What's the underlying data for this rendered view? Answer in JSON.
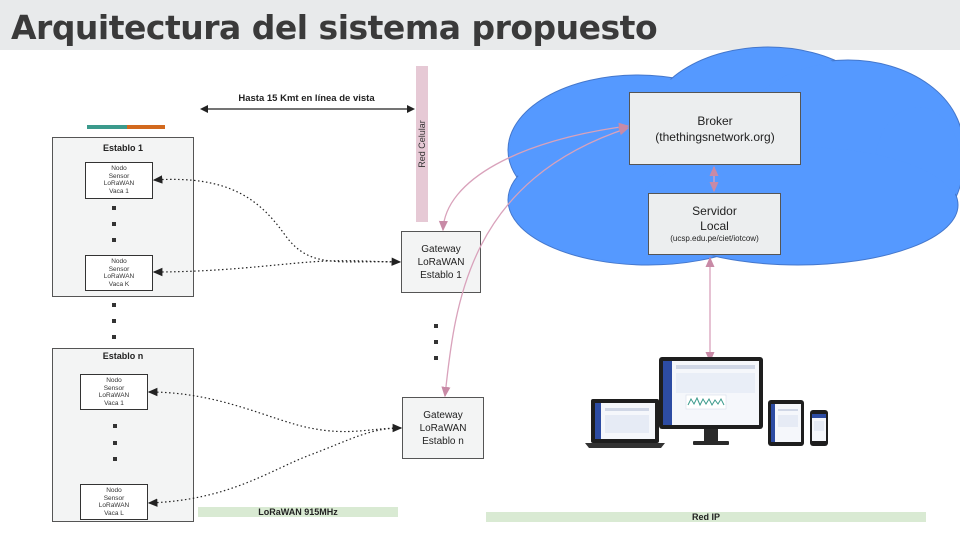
{
  "title": "Arquitectura del sistema propuesto",
  "distance_label": "Hasta 15 Kmt en línea de vista",
  "red_celular": "Red Celular",
  "establo1": {
    "title": "Establo 1",
    "node_a": [
      "Nodo",
      "Sensor",
      "LoRaWAN",
      "Vaca 1"
    ],
    "node_b": [
      "Nodo",
      "Sensor",
      "LoRaWAN",
      "Vaca K"
    ]
  },
  "establon": {
    "title": "Establo n",
    "node_a": [
      "Nodo",
      "Sensor",
      "LoRaWAN",
      "Vaca 1"
    ],
    "node_b": [
      "Nodo",
      "Sensor",
      "LoRaWAN",
      "Vaca L"
    ]
  },
  "gateway1": [
    "Gateway",
    "LoRaWAN",
    "Establo 1"
  ],
  "gatewayn": [
    "Gateway",
    "LoRaWAN",
    "Establo n"
  ],
  "broker": {
    "line1": "Broker",
    "line2": "(thethingsnetwork.org)"
  },
  "servidor": {
    "line1": "Servidor",
    "line2": "Local",
    "line3": "(ucsp.edu.pe/ciet/iotcow)"
  },
  "lorawan_band": "LoRaWAN 915MHz",
  "redip_band": "Red IP",
  "colors": {
    "cloud": "#5599ff",
    "pink": "#e0aec4",
    "band": "#d9ead3",
    "teal": "#3b9a8c",
    "orange": "#d2691e"
  }
}
